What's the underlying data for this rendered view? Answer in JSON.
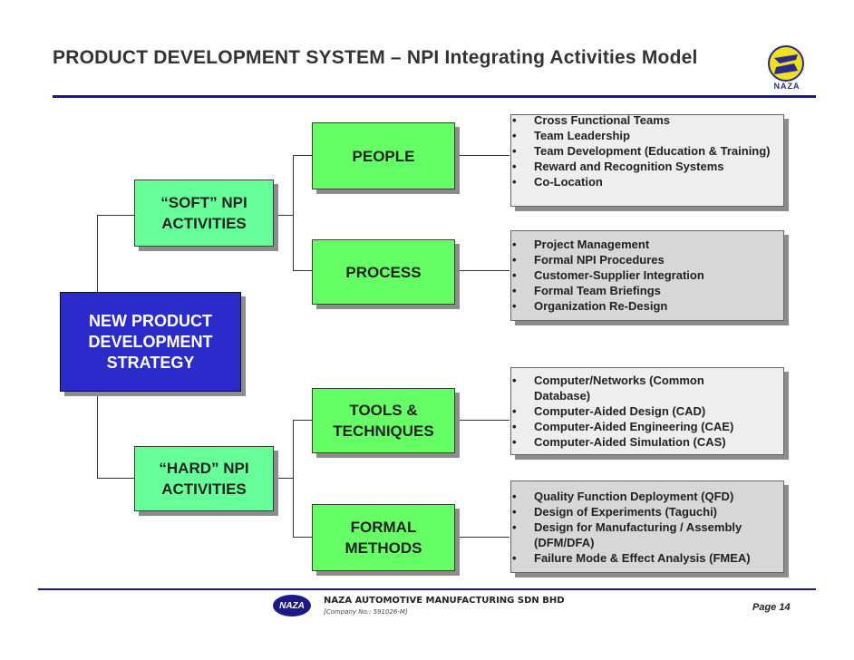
{
  "header": {
    "title": "PRODUCT DEVELOPMENT SYSTEM – NPI Integrating Activities Model",
    "logo_text": "NAZA"
  },
  "diagram": {
    "strategy": "NEW PRODUCT DEVELOPMENT STRATEGY",
    "soft": "“SOFT” NPI ACTIVITIES",
    "hard": "“HARD” NPI ACTIVITIES",
    "people": "PEOPLE",
    "process": "PROCESS",
    "tools": "TOOLS & TECHNIQUES",
    "formal": "FORMAL METHODS",
    "people_items": [
      "Cross Functional Teams",
      "Team Leadership",
      "Team Development (Education & Training)",
      "Reward and Recognition Systems",
      "Co-Location"
    ],
    "process_items": [
      "Project Management",
      "Formal NPI Procedures",
      "Customer-Supplier Integration",
      "Formal Team Briefings",
      "Organization Re-Design"
    ],
    "tools_items": [
      "Computer/Networks (Common Database)",
      "Computer-Aided Design (CAD)",
      "Computer-Aided Engineering (CAE)",
      "Computer-Aided Simulation (CAS)"
    ],
    "formal_items": [
      "Quality Function Deployment (QFD)",
      "Design of Experiments (Taguchi)",
      "Design for Manufacturing / Assembly (DFM/DFA)",
      "Failure Mode & Effect Analysis (FMEA)"
    ]
  },
  "footer": {
    "logo_text": "NAZA",
    "company": "NAZA AUTOMOTIVE MANUFACTURING SDN BHD",
    "company_no": "[Company No.: 591026-M]",
    "page": "Page 14"
  }
}
